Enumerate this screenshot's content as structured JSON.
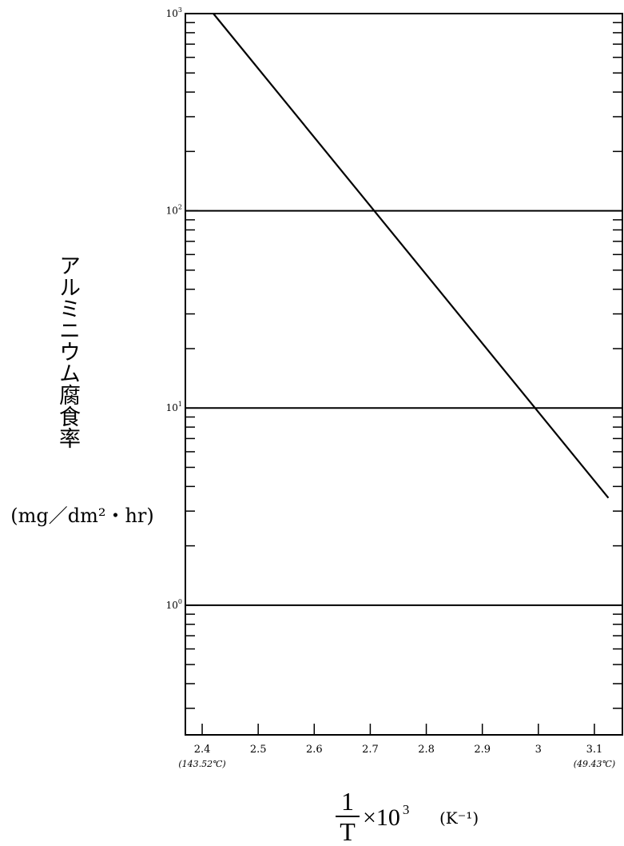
{
  "chart_data": {
    "type": "line",
    "title": "",
    "ylabel": "アルミニウム腐食率",
    "ylabel_unit": "(mg／dm²・hr)",
    "xlabel_fraction": {
      "numerator": "1",
      "denominator": "T"
    },
    "xlabel_multiplier": "×10",
    "xlabel_multiplier_exp": "3",
    "xlabel_unit": "(K⁻¹)",
    "x_ticks": [
      {
        "value": 2.4,
        "label": "2.4",
        "sublabel": "(143.52℃)"
      },
      {
        "value": 2.5,
        "label": "2.5"
      },
      {
        "value": 2.6,
        "label": "2.6"
      },
      {
        "value": 2.7,
        "label": "2.7"
      },
      {
        "value": 2.8,
        "label": "2.8"
      },
      {
        "value": 2.9,
        "label": "2.9"
      },
      {
        "value": 3.0,
        "label": "3"
      },
      {
        "value": 3.1,
        "label": "3.1",
        "sublabel": "(49.43℃)"
      }
    ],
    "xlim": [
      2.37,
      3.15
    ],
    "y_scale": "log",
    "ylim": [
      0.22,
      1000
    ],
    "y_ticks": [
      {
        "value": 1,
        "base": "10",
        "exp": "0"
      },
      {
        "value": 10,
        "base": "10",
        "exp": "1"
      },
      {
        "value": 100,
        "base": "10",
        "exp": "2"
      },
      {
        "value": 1000,
        "base": "10",
        "exp": "3"
      }
    ],
    "grid": "horizontal at decades",
    "series": [
      {
        "x": [
          2.42,
          3.125
        ],
        "y": [
          1000,
          3.5
        ]
      }
    ]
  }
}
